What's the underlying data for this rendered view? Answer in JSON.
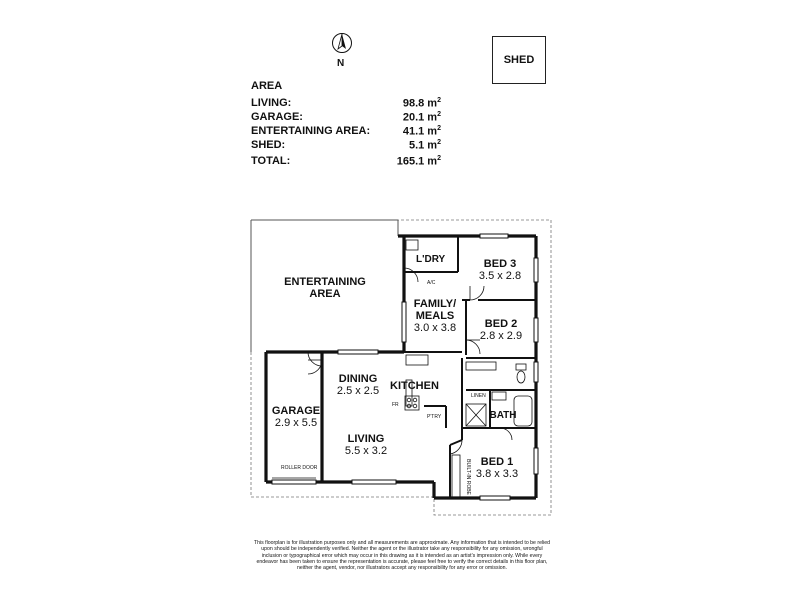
{
  "compass": {
    "label": "N",
    "icon": "north-arrow-icon"
  },
  "shed_label": "SHED",
  "area": {
    "heading": "AREA",
    "rows": [
      {
        "label": "LIVING:",
        "value": "98.8 m",
        "unit_sup": "2"
      },
      {
        "label": "GARAGE:",
        "value": "20.1 m",
        "unit_sup": "2"
      },
      {
        "label": "ENTERTAINING AREA:",
        "value": "41.1 m",
        "unit_sup": "2"
      },
      {
        "label": "SHED:",
        "value": "5.1 m",
        "unit_sup": "2"
      }
    ],
    "total": {
      "label": "TOTAL:",
      "value": "165.1 m",
      "unit_sup": "2"
    }
  },
  "rooms": {
    "entertaining": "ENTERTAINING\nAREA",
    "laundry": "L'DRY",
    "bed3": "BED 3",
    "bed3_size": "3.5 x 2.8",
    "family": "FAMILY/\nMEALS",
    "family_size": "3.0 x 3.8",
    "bed2": "BED 2",
    "bed2_size": "2.8 x 2.9",
    "dining": "DINING",
    "dining_size": "2.5 x 2.5",
    "kitchen": "KITCHEN",
    "garage": "GARAGE",
    "garage_size": "2.9 x 5.5",
    "bath": "BATH",
    "living": "LIVING",
    "living_size": "5.5 x 3.2",
    "bed1": "BED 1",
    "bed1_size": "3.8 x 3.3"
  },
  "small_labels": {
    "ac": "A/C",
    "roller_door": "ROLLER DOOR",
    "fr": "FR",
    "pantry": "P'TRY",
    "linen": "LINEN",
    "robe": "BUILT-IN ROBE"
  },
  "disclaimer": "This floorplan is for illustration purposes only and all measurements are approximate. Any information that is intended to be relied upon should be independently verified. Neither the agent or the illustrator take any responsibility for any omission, wrongful inclusion or typographical error which may occur in this drawing as it is intended as an artist's impression only. While every endeavor has been taken to ensure the representation is accurate, please feel free to verify the correct details in this floor plan, neither the agent, vendor, nor illustrators accept any responsibility for any error or omission."
}
